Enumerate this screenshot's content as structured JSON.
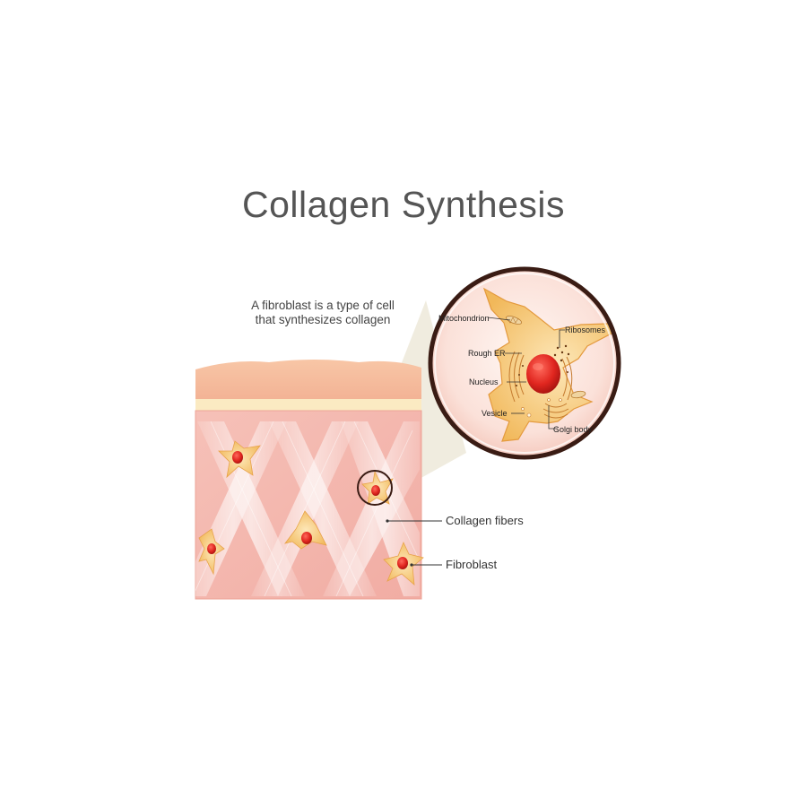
{
  "title": "Collagen Synthesis",
  "subtitle_line1": "A fibroblast is a type of cell",
  "subtitle_line2": "that synthesizes collagen",
  "labels": {
    "collagen_fibers": "Collagen fibers",
    "fibroblast": "Fibroblast",
    "mitochondrion": "Mitochondrion",
    "ribosomes": "Ribosomes",
    "rough_er": "Rough ER",
    "nucleus": "Nucleus",
    "vesicle": "Vesicle",
    "golgi_body": "Golgi body"
  },
  "colors": {
    "dermis": "#f2b8b0",
    "epidermis_top": "#f6c19f",
    "cell_body": "#f5c77a",
    "nucleus": "#d91f1f",
    "lens_border": "#3a1c14"
  }
}
